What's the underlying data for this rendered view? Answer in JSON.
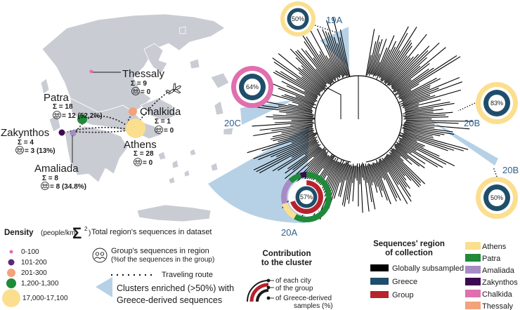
{
  "colors": {
    "land": "#c9ccd3",
    "athens": "#fbdf8f",
    "patra": "#1f8a3a",
    "amaliada": "#a78bc7",
    "zakynthos": "#3d0a52",
    "chalkida": "#e06fae",
    "thessaly": "#f3a27a",
    "greece": "#1f4e6b",
    "group": "#b8222d",
    "global": "#000000",
    "cluster_fill": "#b6d1e6",
    "cluster_text": "#2f5f8a"
  },
  "cities": [
    {
      "name": "Thessaly",
      "sigma": "Σ = 9",
      "group": "= 0"
    },
    {
      "name": "Patra",
      "sigma": "Σ = 18",
      "group": "= 12 (52.2%)"
    },
    {
      "name": "Chalkida",
      "sigma": "Σ = 1",
      "group": "= 0"
    },
    {
      "name": "Zakynthos",
      "sigma": "Σ = 4",
      "group": "= 3 (13%)"
    },
    {
      "name": "Athens",
      "sigma": "Σ = 28",
      "group": "= 0"
    },
    {
      "name": "Amaliada",
      "sigma": "Σ = 8",
      "group": "= 8 (34.8%)"
    }
  ],
  "clusters": [
    {
      "label": "19A",
      "pct": "50%"
    },
    {
      "label": "20C",
      "pct": "64%"
    },
    {
      "label": "20B",
      "pct": "83%"
    },
    {
      "label": "20B",
      "pct": "50%"
    },
    {
      "label": "20A",
      "pct": "57%"
    }
  ],
  "density_legend": {
    "title": "Density",
    "unit": "(people/km",
    "unit_sup": "2",
    "unit_close": ")",
    "items": [
      "0-100",
      "101-200",
      "201-300",
      "1,200-1,300",
      "17,000-17,100"
    ]
  },
  "symbol_legend": {
    "sigma_text": "Total region's sequences in dataset",
    "group_line1": "Group's sequences in region",
    "group_line2": "(%of the sequences in the group)",
    "route_text": "Traveling route",
    "cluster_line1": "Clusters enriched (>50%) with",
    "cluster_line2": "Greece-derived sequences"
  },
  "contribution_legend": {
    "title1": "Contribution",
    "title2": "to the cluster",
    "ring1": "of each city",
    "ring2": "of the group",
    "ring3": "of Greece-derived",
    "ring3b": "samples (%)"
  },
  "sequence_legend": {
    "title1": "Sequences' region",
    "title2": "of collection",
    "items": [
      "Globally subsampled",
      "Greece",
      "Group"
    ]
  },
  "city_legend": {
    "items": [
      "Athens",
      "Patra",
      "Amaliada",
      "Zakynthos",
      "Chalkida",
      "Thessaly"
    ]
  }
}
